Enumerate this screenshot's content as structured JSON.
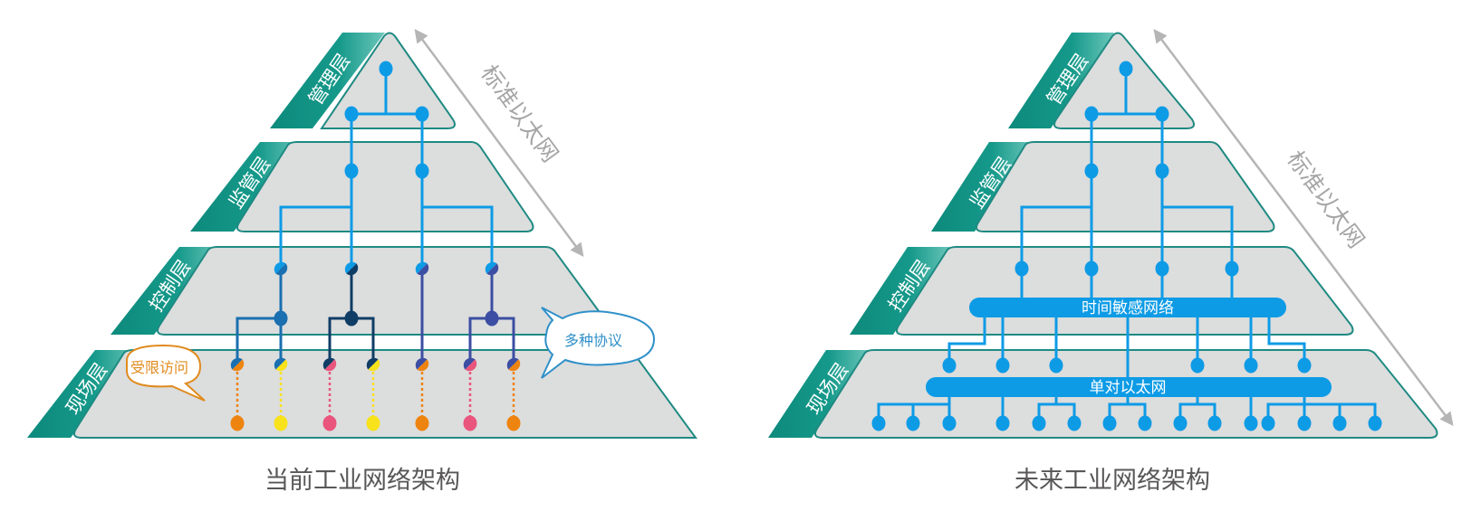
{
  "colors": {
    "layer_fill": "#dcdddd",
    "layer_border": "#1e8a82",
    "tab_dark": "#0d8a7c",
    "tab_light": "#5cc1b3",
    "ethernet_blue": "#0d9be6",
    "arrow_gray": "#b5b5b5",
    "caption_gray": "#595757",
    "proto_blue1": "#1a6fb0",
    "proto_navy": "#0f3d66",
    "proto_indigo": "#3b4ea3",
    "field_orange": "#ee8410",
    "field_yellow": "#f7e21b",
    "field_pink": "#e9557c",
    "bubble_orange": "#e08b1f",
    "bubble_blue": "#2e90c9"
  },
  "left_diagram": {
    "caption": "当前工业网络架构",
    "ethernet_label": "标准以太网",
    "layers": [
      "管理层",
      "监管层",
      "控制层",
      "现场层"
    ],
    "bubble_restricted": "受限访问",
    "bubble_protocols": "多种协议",
    "field_devices": [
      {
        "protocol": "proto_blue1",
        "device": "field_orange"
      },
      {
        "protocol": "proto_blue1",
        "device": "field_yellow"
      },
      {
        "protocol": "proto_navy",
        "device": "field_pink"
      },
      {
        "protocol": "proto_navy",
        "device": "field_yellow"
      },
      {
        "protocol": "proto_indigo",
        "device": "field_orange"
      },
      {
        "protocol": "proto_indigo",
        "device": "field_pink"
      },
      {
        "protocol": "proto_indigo",
        "device": "field_orange"
      }
    ]
  },
  "right_diagram": {
    "caption": "未来工业网络架构",
    "ethernet_label": "标准以太网",
    "layers": [
      "管理层",
      "监管层",
      "控制层",
      "现场层"
    ],
    "tsn_bar_label": "时间敏感网络",
    "spe_bar_label": "单对以太网",
    "field_switch_count": 6,
    "end_device_count": 15
  }
}
